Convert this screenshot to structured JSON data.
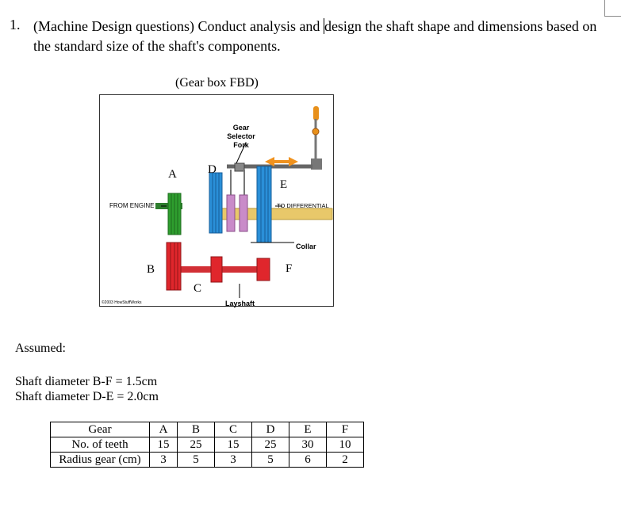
{
  "question": {
    "number": "1.",
    "text_before_caret": "(Machine Design questions) Conduct analysis and ",
    "text_after_caret": "design the shaft shape and dimensions based on the standard size of the shaft's components."
  },
  "figure": {
    "caption": "(Gear box FBD)",
    "labels": {
      "gear_selector_fork": [
        "Gear",
        "Selector",
        "Fork"
      ],
      "from_engine": "FROM ENGINE",
      "to_differential": "TO DIFFERENTIAL",
      "collar": "Collar",
      "layshaft": "Layshaft",
      "copyright": "©2003 HowStuffWorks"
    },
    "point_labels": {
      "A": "A",
      "B": "B",
      "C": "C",
      "D": "D",
      "E": "E",
      "F": "F"
    }
  },
  "assumed": {
    "heading": "Assumed:",
    "shaft_BF": "Shaft diameter B-F = 1.5cm",
    "shaft_DE": "Shaft diameter D-E = 2.0cm"
  },
  "table": {
    "header": [
      "Gear",
      "A",
      "B",
      "C",
      "D",
      "E",
      "F"
    ],
    "rows": [
      [
        "No. of teeth",
        "15",
        "25",
        "15",
        "25",
        "30",
        "10"
      ],
      [
        "Radius gear (cm)",
        "3",
        "5",
        "3",
        "5",
        "6",
        "2"
      ]
    ]
  },
  "colors": {
    "green_gear": "#2e9e2e",
    "blue_gear": "#2a8fd8",
    "red_gear": "#e0262c",
    "output_shaft": "#e8c86a",
    "collar": "#c98bc9",
    "arrow": "#f0921e",
    "shift_knob": "#e8901a"
  }
}
